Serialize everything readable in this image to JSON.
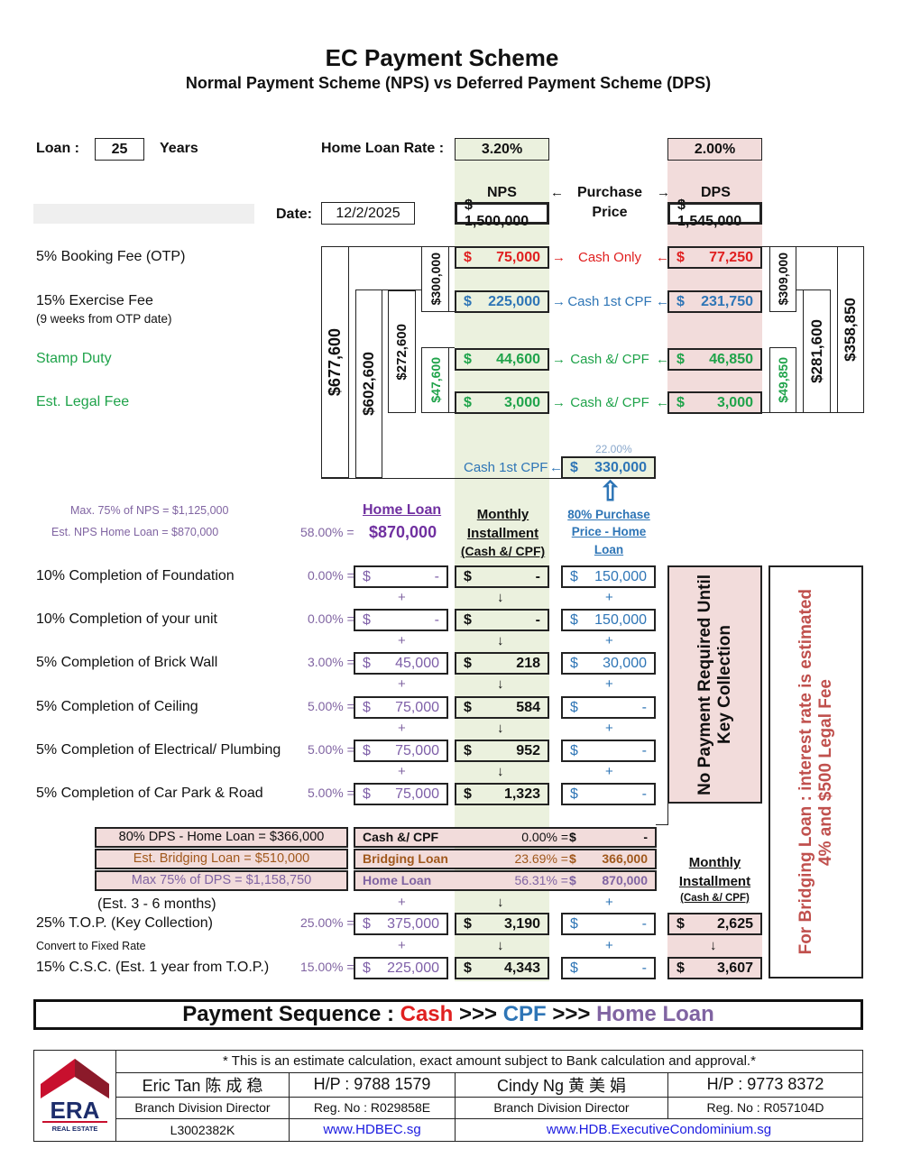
{
  "title": "EC Payment Scheme",
  "subtitle": "Normal Payment Scheme (NPS) vs Deferred Payment Scheme (DPS)",
  "loan": {
    "label": "Loan :",
    "years": "25",
    "years_label": "Years",
    "rate_label": "Home Loan Rate :",
    "nps_rate": "3.20%",
    "dps_rate": "2.00%"
  },
  "date": {
    "label": "Date:",
    "value": "12/2/2025"
  },
  "purchase": {
    "nps_label": "NPS",
    "dps_label": "DPS",
    "label1": "Purchase",
    "label2": "Price",
    "nps_price": "$ 1,500,000",
    "dps_price": "$ 1,545,000",
    "arrow_left": "←",
    "arrow_right": "→"
  },
  "currency": "$",
  "fees": [
    {
      "label": "5% Booking Fee (OTP)",
      "sub": "",
      "nps": "75,000",
      "method": "Cash Only",
      "dps": "77,250",
      "color": "#e02020"
    },
    {
      "label": "15% Exercise Fee",
      "sub": "(9 weeks from OTP date)",
      "nps": "225,000",
      "method": "Cash 1st CPF",
      "dps": "231,750",
      "color": "#2e75b6"
    },
    {
      "label": "Stamp Duty",
      "sub": "",
      "nps": "44,600",
      "method": "Cash &/ CPF",
      "dps": "46,850",
      "color": "#1fa34a"
    },
    {
      "label": "Est. Legal Fee",
      "sub": "",
      "nps": "3,000",
      "method": "Cash &/ CPF",
      "dps": "3,000",
      "color": "#1fa34a"
    }
  ],
  "brackets": {
    "left_total": "$677,600",
    "left_b": "$602,600",
    "left_c": "$272,600",
    "left_d": "$300,000",
    "left_e": "$47,600",
    "right_a": "$309,000",
    "right_b": "$49,850",
    "right_c": "$281,600",
    "right_d": "$358,850"
  },
  "cash_cpf": {
    "label": "Cash 1st CPF",
    "arrow": "←",
    "pct": "22.00%",
    "amount": "330,000",
    "up_arrow": "⇧"
  },
  "home_loan": {
    "max_nps": "Max. 75% of NPS = $1,125,000",
    "est_nps": "Est. NPS Home Loan = $870,000",
    "header": "Home Loan",
    "pct": "58.00% =",
    "amount": "$870,000",
    "monthly_1": "Monthly",
    "monthly_2": "Installment",
    "monthly_3": "(Cash &/ CPF)",
    "purchase_1": "80% Purchase",
    "purchase_2": "Price - Home",
    "purchase_3": "Loan"
  },
  "stages": [
    {
      "label": "10% Completion of Foundation",
      "pct": "0.00% =",
      "loan": "-",
      "monthly": "-",
      "purchase": "150,000"
    },
    {
      "label": "10% Completion of your unit",
      "pct": "0.00% =",
      "loan": "-",
      "monthly": "-",
      "purchase": "150,000"
    },
    {
      "label": "5% Completion of Brick Wall",
      "pct": "3.00% =",
      "loan": "45,000",
      "monthly": "218",
      "purchase": "30,000"
    },
    {
      "label": "5% Completion of Ceiling",
      "pct": "5.00% =",
      "loan": "75,000",
      "monthly": "584",
      "purchase": "-"
    },
    {
      "label": "5% Completion of Electrical/ Plumbing",
      "pct": "5.00% =",
      "loan": "75,000",
      "monthly": "952",
      "purchase": "-"
    },
    {
      "label": "5% Completion of Car Park & Road",
      "pct": "5.00% =",
      "loan": "75,000",
      "monthly": "1,323",
      "purchase": "-"
    }
  ],
  "connectors": {
    "plus": "+",
    "down": "↓"
  },
  "no_payment": {
    "line1": "No Payment Required Until",
    "line2": "Key Collection"
  },
  "bridging_note": {
    "line1": "For Bridging Loan : interest rate is estimated",
    "line2": "4% and $500 Legal Fee"
  },
  "dps_summary": {
    "left": [
      "80% DPS - Home Loan = $366,000",
      "Est. Bridging Loan = $510,000",
      "Max 75% of DPS = $1,158,750"
    ],
    "right": [
      {
        "label": "Cash &/ CPF",
        "pct": "0.00% =",
        "amount": "-"
      },
      {
        "label": "Bridging Loan",
        "pct": "23.69% =",
        "amount": "366,000"
      },
      {
        "label": "Home Loan",
        "pct": "56.31% =",
        "amount": "870,000"
      }
    ]
  },
  "est_months": "(Est. 3 - 6 months)",
  "dps_monthly": {
    "line1": "Monthly",
    "line2": "Installment",
    "line3": "(Cash &/ CPF)"
  },
  "top": {
    "label": "25% T.O.P. (Key Collection)",
    "pct": "25.00% =",
    "loan": "375,000",
    "monthly": "3,190",
    "purchase": "-",
    "dps_monthly": "2,625"
  },
  "convert_label": "Convert to Fixed Rate",
  "csc": {
    "label": "15% C.S.C. (Est. 1 year from T.O.P.)",
    "pct": "15.00% =",
    "loan": "225,000",
    "monthly": "4,343",
    "purchase": "-",
    "dps_monthly": "3,607"
  },
  "sequence": {
    "prefix": "Payment Sequence : ",
    "cash": "Cash",
    "sep": " >>> ",
    "cpf": "CPF",
    "loan": "Home Loan"
  },
  "footer": {
    "disclaimer": "* This is an estimate calculation, exact amount subject to Bank calculation and approval.*",
    "agent1_name": "Eric Tan  陈 成 稳",
    "agent1_phone": "H/P : 9788 1579",
    "agent1_title": "Branch Division Director",
    "agent1_reg": "Reg. No : R029858E",
    "agent1_license": "L3002382K",
    "site1": "www.HDBEC.sg",
    "agent2_name": "Cindy Ng  黄 美 娟",
    "agent2_phone": "H/P : 9773 8372",
    "agent2_title": "Branch Division Director",
    "agent2_reg": "Reg. No : R057104D",
    "site2": "www.HDB.ExecutiveCondominium.sg",
    "logo_text": "ERA",
    "logo_sub": "REAL ESTATE"
  },
  "colors": {
    "nps_bg": "#ebf1de",
    "dps_bg": "#f2dcdb",
    "cash": "#e02020",
    "cpf": "#2e75b6",
    "stamp": "#1fa34a",
    "loan": "#8064a2",
    "bridging": "#a0581c"
  }
}
